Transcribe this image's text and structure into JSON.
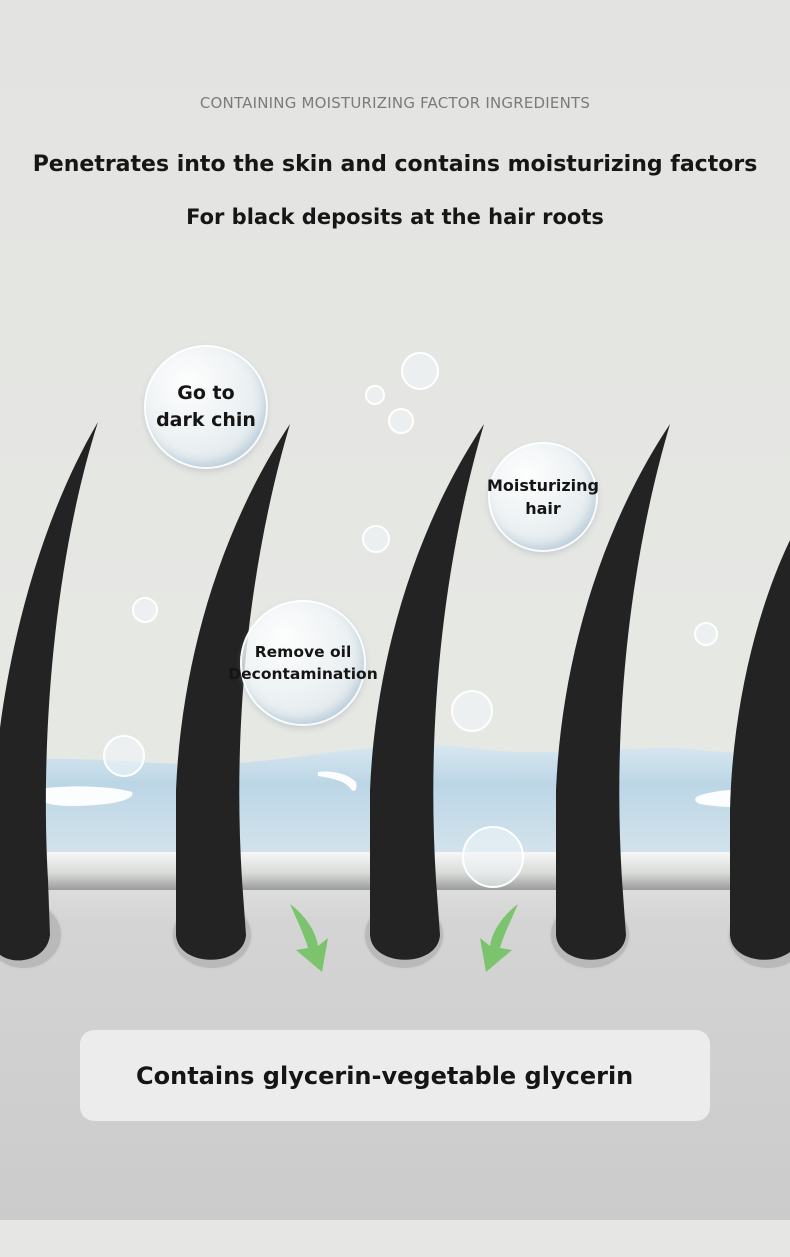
{
  "header": {
    "eyebrow": "CONTAINING MOISTURIZING FACTOR INGREDIENTS",
    "title_line1": "Penetrates into the skin and contains moisturizing factors",
    "title_line2": "For black deposits at the hair roots"
  },
  "bubbles": {
    "dark_chin": {
      "line1": "Go to",
      "line2": "dark chin"
    },
    "moisturizing_hair": {
      "line1": "Moisturizing",
      "line2": "hair"
    },
    "remove_oil": {
      "line1": "Remove oil",
      "line2": "Decontamination"
    }
  },
  "footer": {
    "ingredient_label": "Contains glycerin-vegetable glycerin"
  },
  "colors": {
    "hair": "#232323",
    "water": "#bcd6e6",
    "skin_base": "#cfcfcf",
    "arrow": "#7cc36e"
  },
  "icons": {
    "arrow": "down-arrow-icon",
    "bubble": "water-droplet-icon"
  }
}
